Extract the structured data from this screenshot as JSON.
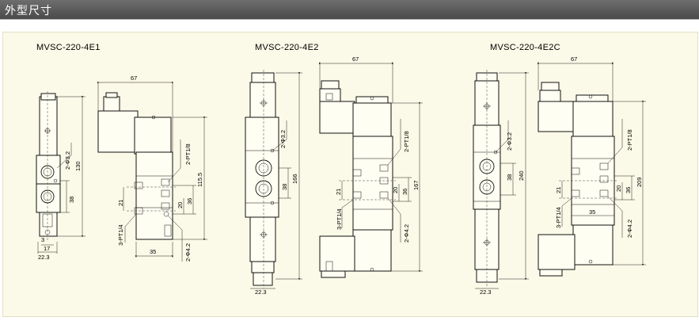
{
  "header": {
    "title": "外型尺寸"
  },
  "models": [
    {
      "name": "MVSC-220-4E1",
      "labels": {
        "top": "67",
        "h1": "130",
        "h2": "115.5",
        "h3": "38",
        "h4": "36",
        "h5": "20",
        "h6": "21",
        "w1": "35",
        "w2": "17",
        "w3": "22.3",
        "d1": "2-Φ3.2",
        "d2": "2-PT1/8",
        "d3": "2-Φ4.2",
        "d4": "3-PT1/4",
        "d5": "3"
      }
    },
    {
      "name": "MVSC-220-4E2",
      "labels": {
        "top": "67",
        "h1": "166",
        "h2": "167",
        "h3": "38",
        "h4": "36",
        "h5": "20",
        "h6": "21",
        "w3": "22.3",
        "d1": "2-Φ3.2",
        "d2": "2-PT1/8",
        "d3": "2-Φ4.2",
        "d4": "3-PT1/4"
      }
    },
    {
      "name": "MVSC-220-4E2C",
      "labels": {
        "top": "67",
        "h1": "240",
        "h2": "209",
        "h3": "38",
        "h4": "36",
        "h5": "20",
        "h6": "21",
        "w1": "35",
        "w3": "22.3",
        "d1": "2-Φ3.2",
        "d2": "2-PT1/8",
        "d3": "2-Φ4.2",
        "d4": "3-PT1/4"
      }
    }
  ]
}
